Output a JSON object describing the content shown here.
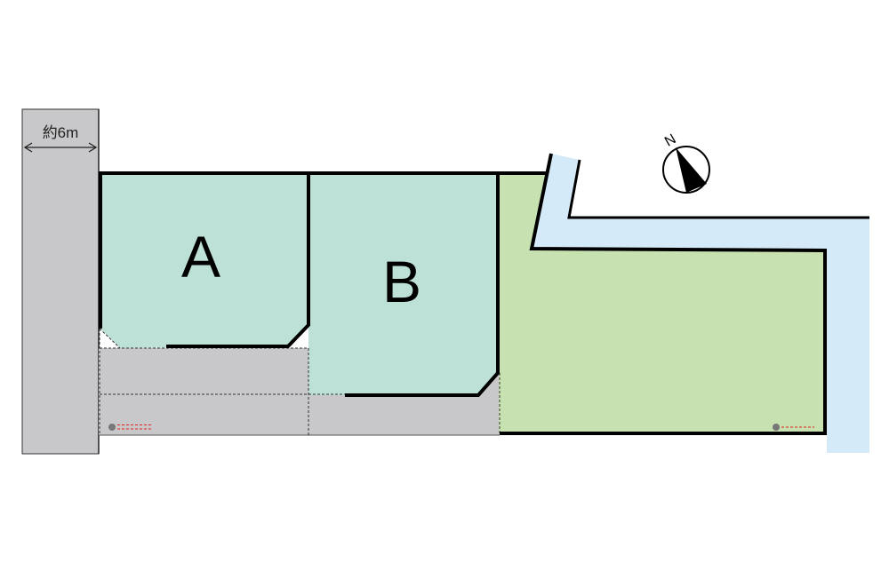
{
  "road": {
    "width_label": "約6m"
  },
  "lots": [
    {
      "label": "A"
    },
    {
      "label": "B"
    }
  ],
  "compass": {
    "label": "N"
  },
  "colors": {
    "road": "#c8c8ca",
    "lot_ab": "#bde1d7",
    "lot_green": "#c7e1b1",
    "water": "#d4eaf8",
    "boundary": "#000000",
    "marker_line": "#e0201c"
  }
}
